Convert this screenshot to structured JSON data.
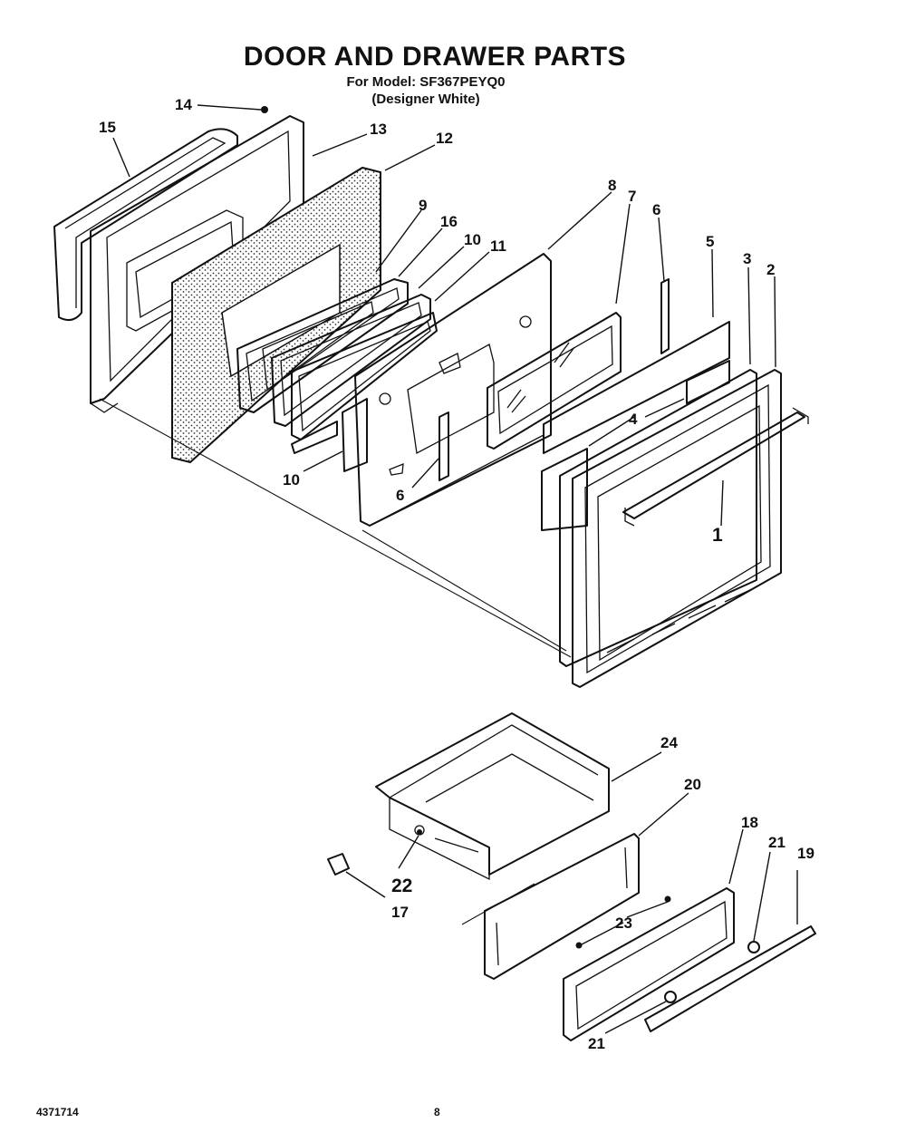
{
  "header": {
    "title": "DOOR AND DRAWER PARTS",
    "model_line": "For Model: SF367PEYQ0",
    "color_line": "(Designer White)"
  },
  "callouts": [
    {
      "id": "c14a",
      "label": "14"
    },
    {
      "id": "c15",
      "label": "15"
    },
    {
      "id": "c13",
      "label": "13"
    },
    {
      "id": "c12",
      "label": "12"
    },
    {
      "id": "c9",
      "label": "9"
    },
    {
      "id": "c16",
      "label": "16"
    },
    {
      "id": "c10a",
      "label": "10"
    },
    {
      "id": "c11",
      "label": "11"
    },
    {
      "id": "c8",
      "label": "8"
    },
    {
      "id": "c7",
      "label": "7"
    },
    {
      "id": "c6a",
      "label": "6"
    },
    {
      "id": "c5",
      "label": "5"
    },
    {
      "id": "c3",
      "label": "3"
    },
    {
      "id": "c2",
      "label": "2"
    },
    {
      "id": "c4",
      "label": "4"
    },
    {
      "id": "c1",
      "label": "1"
    },
    {
      "id": "c10b",
      "label": "10"
    },
    {
      "id": "c6b",
      "label": "6"
    },
    {
      "id": "c24",
      "label": "24"
    },
    {
      "id": "c20",
      "label": "20"
    },
    {
      "id": "c18",
      "label": "18"
    },
    {
      "id": "c21a",
      "label": "21"
    },
    {
      "id": "c19",
      "label": "19"
    },
    {
      "id": "c22",
      "label": "22"
    },
    {
      "id": "c17",
      "label": "17"
    },
    {
      "id": "c23",
      "label": "23"
    },
    {
      "id": "c21b",
      "label": "21"
    }
  ],
  "footer": {
    "doc_number": "4371714",
    "page_number": "8"
  }
}
